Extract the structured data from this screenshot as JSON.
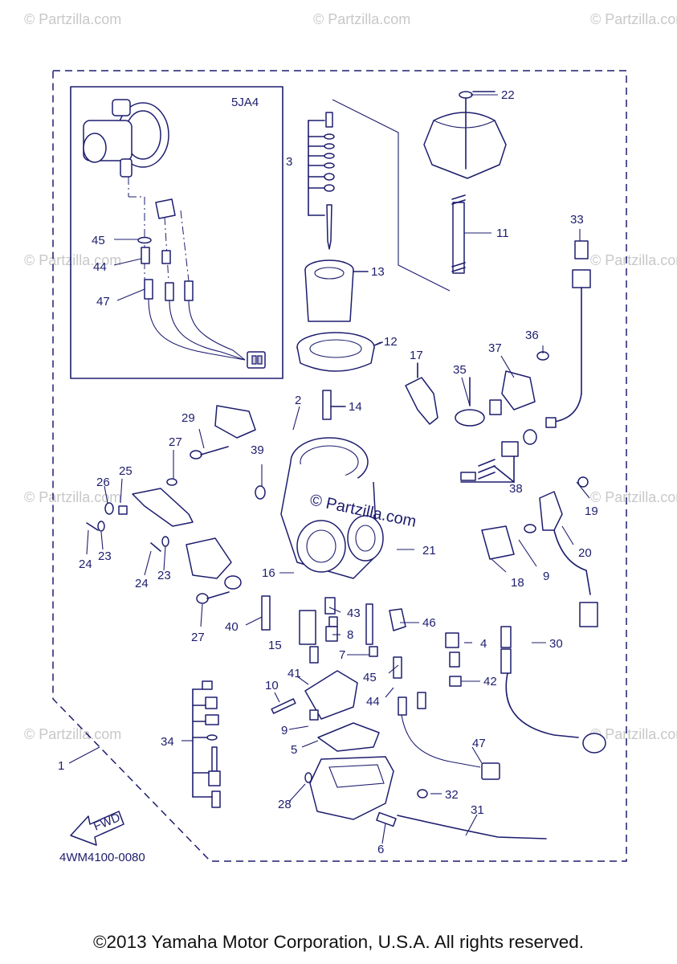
{
  "inset_label": "5JA4",
  "part_code": "4WM4100-0080",
  "fwd_label": "FWD",
  "watermark_text": "© Partzilla.com",
  "center_watermark": "© Partzilla.com",
  "copyright": "©2013 Yamaha Motor Corporation, U.S.A. All rights reserved.",
  "callouts": {
    "c1": "1",
    "c2": "2",
    "c3": "3",
    "c4": "4",
    "c5": "5",
    "c6": "6",
    "c7": "7",
    "c8": "8",
    "c9a": "9",
    "c9b": "9",
    "c10": "10",
    "c11": "11",
    "c12": "12",
    "c13": "13",
    "c14": "14",
    "c15": "15",
    "c16": "16",
    "c17": "17",
    "c18": "18",
    "c19": "19",
    "c20": "20",
    "c21": "21",
    "c22": "22",
    "c23a": "23",
    "c23b": "23",
    "c24a": "24",
    "c24b": "24",
    "c25": "25",
    "c26": "26",
    "c27": "27",
    "c28": "28",
    "c29": "29",
    "c30": "30",
    "c31": "31",
    "c32": "32",
    "c33": "33",
    "c34": "34",
    "c35": "35",
    "c36": "36",
    "c37": "37",
    "c38": "38",
    "c39": "39",
    "c40": "40",
    "c41": "41",
    "c42": "42",
    "c43": "43",
    "c44a": "44",
    "c44b": "44",
    "c45a": "45",
    "c45b": "45",
    "c46": "46",
    "c47a": "47",
    "c47b": "47"
  }
}
